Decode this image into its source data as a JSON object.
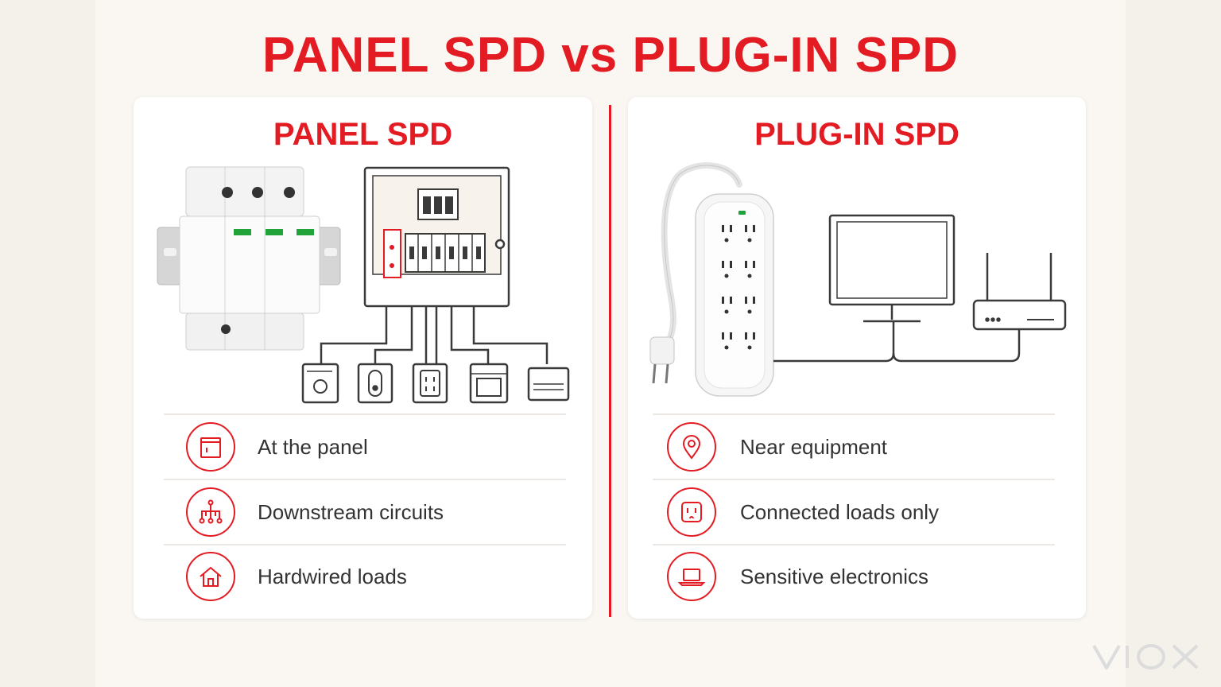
{
  "title": "PANEL SPD vs PLUG-IN SPD",
  "colors": {
    "accent": "#e31b23",
    "text": "#333333",
    "line": "#3a3a3a",
    "indicator": "#22a33a"
  },
  "left_card": {
    "title": "PANEL SPD",
    "features": [
      {
        "icon": "panel-box-icon",
        "text": "At the panel"
      },
      {
        "icon": "branch-circuits-icon",
        "text": "Downstream circuits"
      },
      {
        "icon": "house-icon",
        "text": "Hardwired loads"
      }
    ]
  },
  "right_card": {
    "title": "PLUG-IN SPD",
    "features": [
      {
        "icon": "location-pin-icon",
        "text": "Near equipment"
      },
      {
        "icon": "outlet-icon",
        "text": "Connected loads only"
      },
      {
        "icon": "laptop-icon",
        "text": "Sensitive electronics"
      }
    ]
  },
  "logo": "VIOX"
}
